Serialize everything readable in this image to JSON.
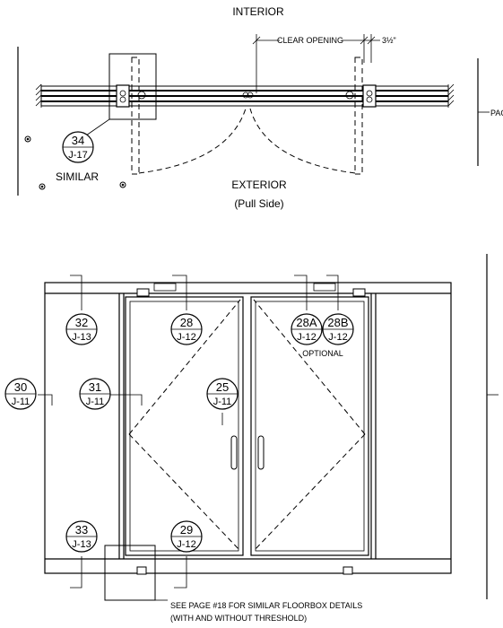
{
  "plan": {
    "interior_label": "INTERIOR",
    "exterior_label": "EXTERIOR",
    "exterior_sub": "(Pull Side)",
    "clear_opening": "CLEAR OPENING",
    "dim_small": "3½\"",
    "side_label": "PAC",
    "similar": "SIMILAR",
    "callout": {
      "num": "34",
      "sheet": "J-17"
    }
  },
  "elevation": {
    "callouts": [
      {
        "id": "32",
        "num": "32",
        "sheet": "J-13"
      },
      {
        "id": "28",
        "num": "28",
        "sheet": "J-12"
      },
      {
        "id": "28a",
        "num": "28A",
        "sheet": "J-12"
      },
      {
        "id": "28b",
        "num": "28B",
        "sheet": "J-12"
      },
      {
        "id": "30",
        "num": "30",
        "sheet": "J-11"
      },
      {
        "id": "31",
        "num": "31",
        "sheet": "J-11"
      },
      {
        "id": "25",
        "num": "25",
        "sheet": "J-11"
      },
      {
        "id": "33",
        "num": "33",
        "sheet": "J-13"
      },
      {
        "id": "29",
        "num": "29",
        "sheet": "J-12"
      }
    ],
    "optional": "OPTIONAL",
    "note_line1": "SEE PAGE #18 FOR SIMILAR FLOORBOX DETAILS",
    "note_line2": "(WITH AND WITHOUT THRESHOLD)"
  }
}
